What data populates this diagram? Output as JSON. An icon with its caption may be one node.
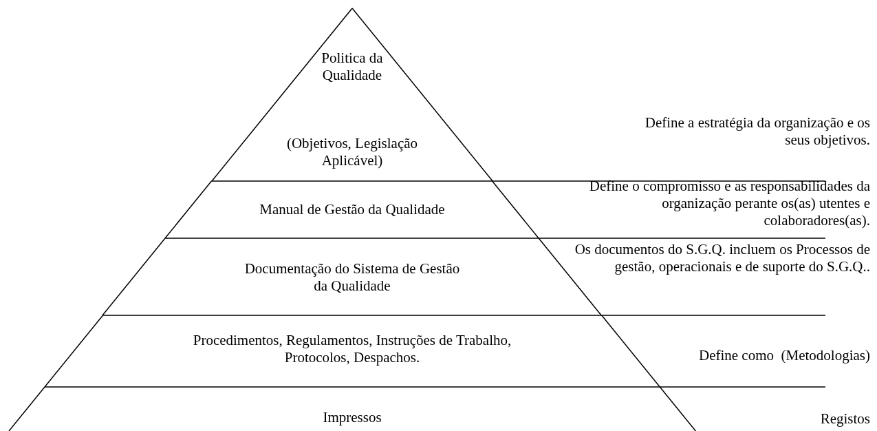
{
  "diagram": {
    "nodes": [
      {
        "text": [
          "Politica da Qualidade",
          "(Objetivos, Legislação Aplicável)"
        ]
      },
      {
        "text": [
          "Manual de Gestão da Qualidade"
        ]
      },
      {
        "text": [
          "Documentação do Sistema de Gestão da Qualidade"
        ]
      },
      {
        "text": [
          "Procedimentos, Regulamentos, Instruções de Trabalho, Protocolos, Despachos."
        ]
      },
      {
        "text": [
          "Impressos"
        ]
      }
    ],
    "labels": [
      "Define a estratégia da organização e os seus objetivos.",
      "Define o compromisso e as responsabilidades da organização perante os(as) utentes e colaboradores(as).",
      "Os documentos do S.G.Q. incluem os Processos de gestão, operacionais e de suporte do S.G.Q..",
      "Define como  (Metodologias)",
      "Registos"
    ]
  }
}
